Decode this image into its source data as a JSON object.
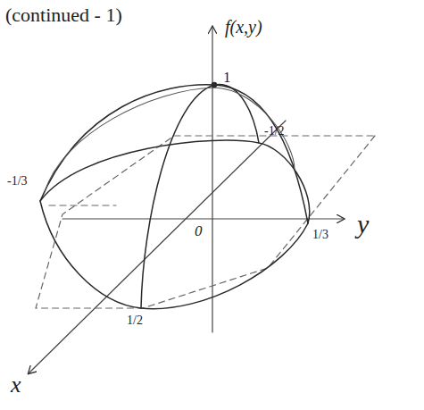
{
  "diagram": {
    "labels": [
      "(continued - 1)",
      "f(x,y)",
      "1",
      "0",
      "y",
      "x",
      "-1/2",
      "1/2",
      "-1/3",
      "1/3"
    ]
  }
}
